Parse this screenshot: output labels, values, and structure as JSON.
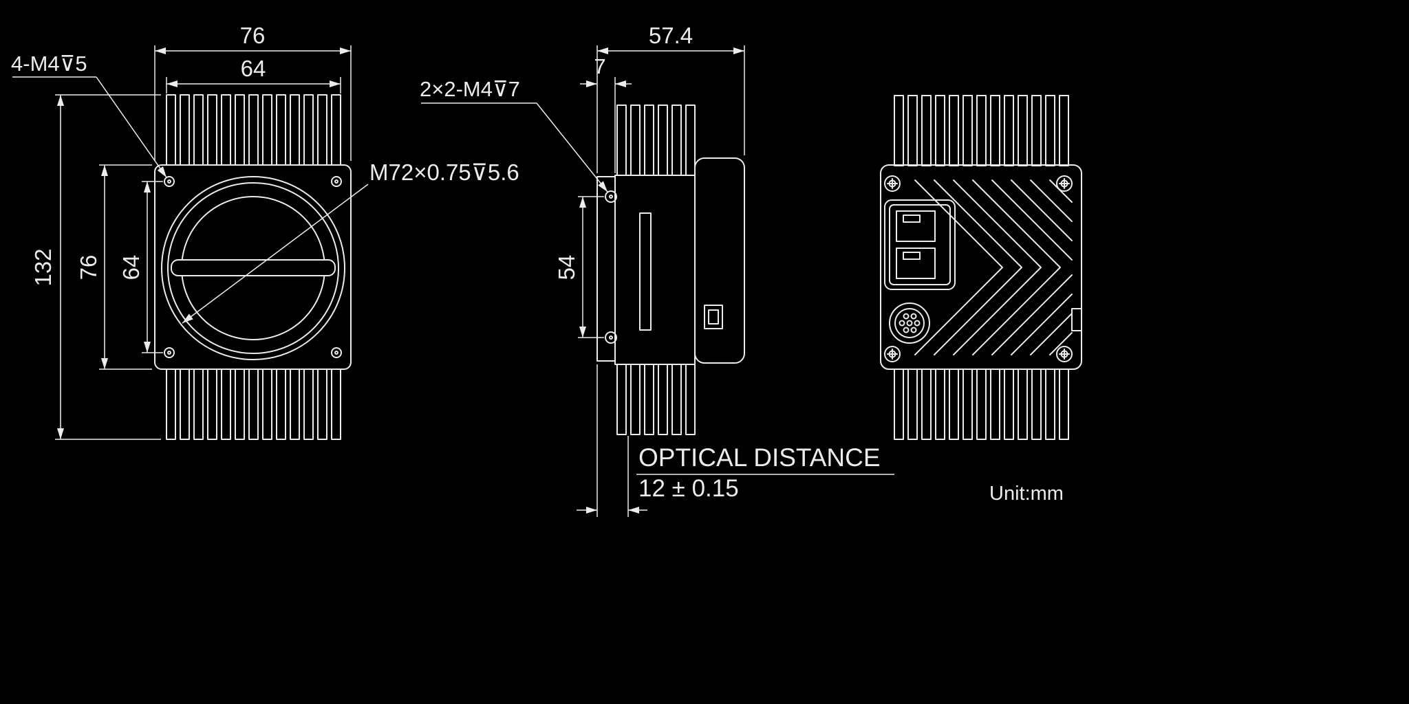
{
  "drawing": {
    "unit_note": "Unit:mm",
    "colors": {
      "background": "#000000",
      "line": "#ececec"
    },
    "front_view": {
      "width_outer": "76",
      "width_inner": "64",
      "height_overall": "132",
      "height_body": "76",
      "hole_spacing_vertical": "64",
      "corner_holes_label": "4-M4⊽5",
      "lens_thread_label": "M72×0.75⊽5.6"
    },
    "side_view": {
      "depth_overall": "57.4",
      "front_plate_depth": "7",
      "hole_spacing": "54",
      "side_holes_label": "2×2-M4⊽7",
      "optical_distance_title": "OPTICAL DISTANCE",
      "optical_distance_value": "12 ± 0.15"
    }
  }
}
